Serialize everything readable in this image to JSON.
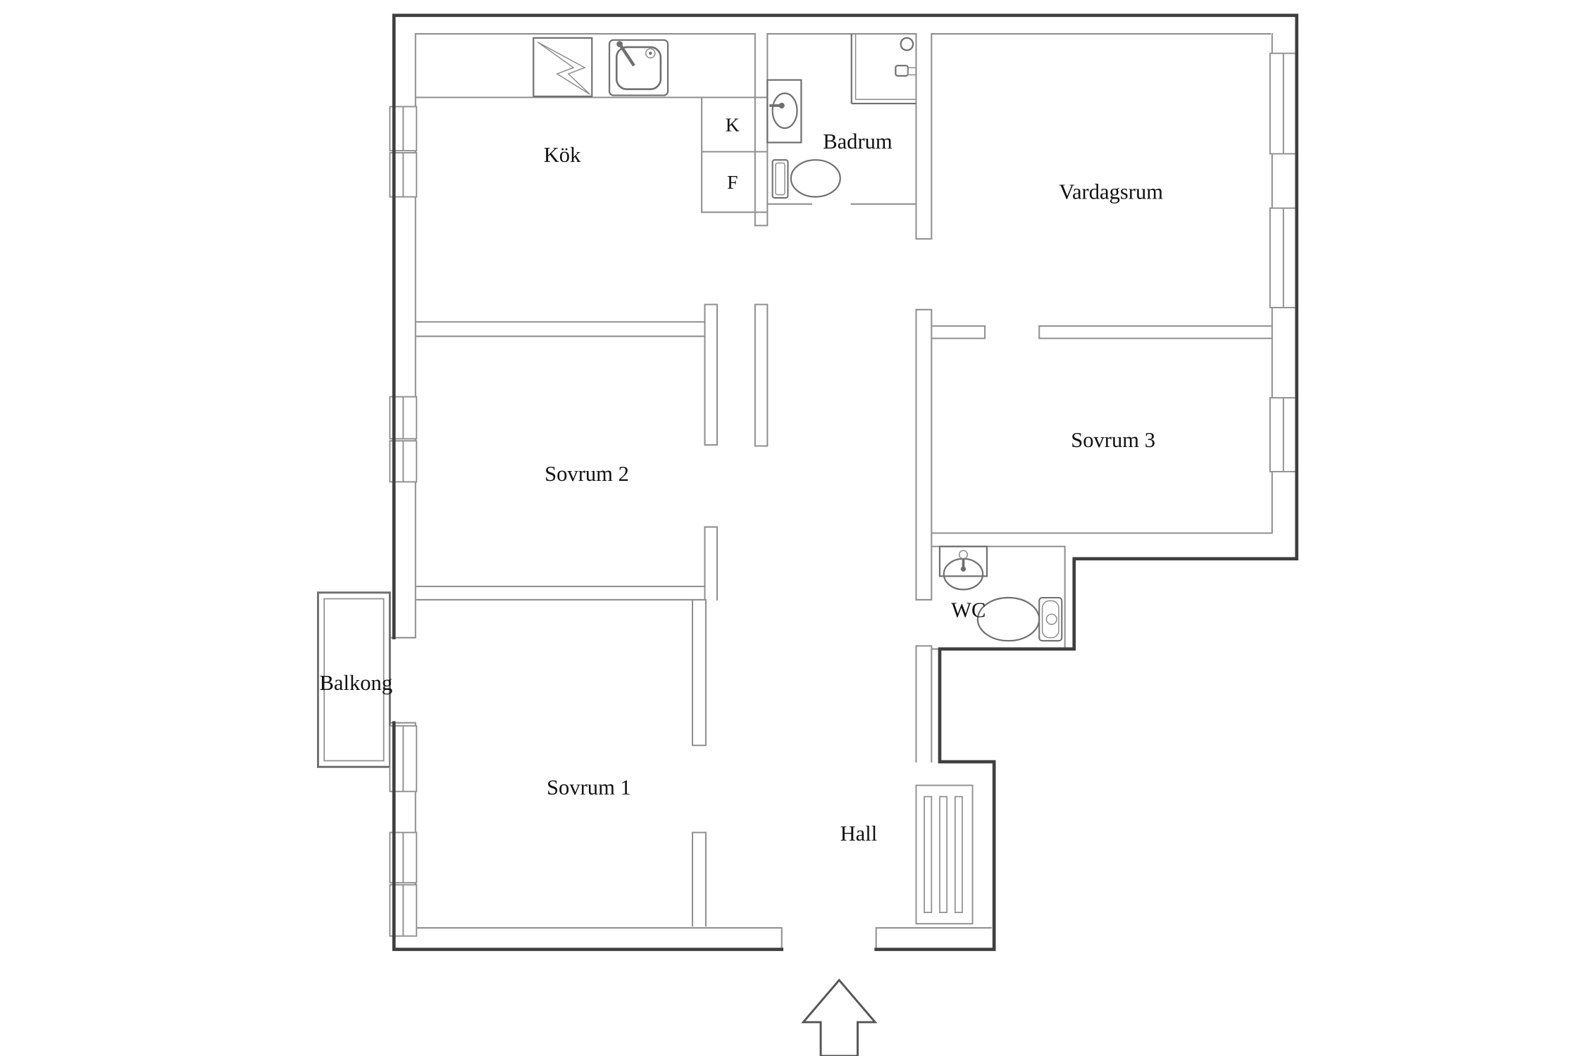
{
  "floor_plan": {
    "rooms": {
      "kitchen": "Kök",
      "bathroom": "Badrum",
      "living_room": "Vardagsrum",
      "bedroom_3": "Sovrum 3",
      "bedroom_2": "Sovrum 2",
      "bedroom_1": "Sovrum 1",
      "wc": "WC",
      "hall": "Hall",
      "balcony": "Balkong"
    },
    "appliances": {
      "fridge": "K",
      "freezer": "F"
    },
    "colors": {
      "outer_wall": "#3f3f3f",
      "inner_wall": "#909090",
      "fixture": "#6f6f6f",
      "text": "#111111",
      "background": "#ffffff"
    }
  }
}
